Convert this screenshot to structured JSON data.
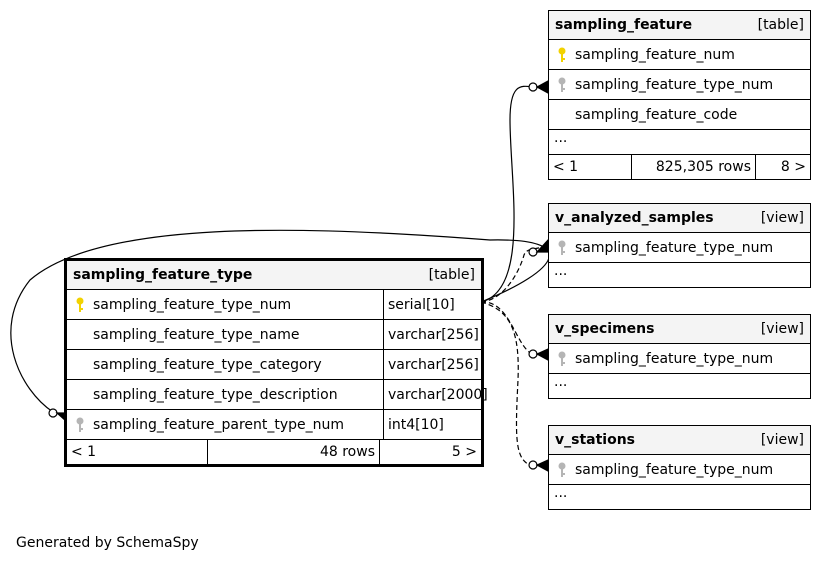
{
  "main_table": {
    "name": "sampling_feature_type",
    "kind": "[table]",
    "columns": [
      {
        "name": "sampling_feature_type_num",
        "type": "serial[10]",
        "key": "primary"
      },
      {
        "name": "sampling_feature_type_name",
        "type": "varchar[256]",
        "key": "none"
      },
      {
        "name": "sampling_feature_type_category",
        "type": "varchar[256]",
        "key": "none"
      },
      {
        "name": "sampling_feature_type_description",
        "type": "varchar[2000]",
        "key": "none"
      },
      {
        "name": "sampling_feature_parent_type_num",
        "type": "int4[10]",
        "key": "foreign"
      }
    ],
    "footer": {
      "left": "< 1",
      "rows": "48 rows",
      "right": "5 >"
    }
  },
  "sampling_feature": {
    "name": "sampling_feature",
    "kind": "[table]",
    "columns": [
      {
        "name": "sampling_feature_num",
        "key": "primary"
      },
      {
        "name": "sampling_feature_type_num",
        "key": "foreign"
      },
      {
        "name": "sampling_feature_code",
        "key": "none"
      }
    ],
    "ellipsis": "...",
    "footer": {
      "left": "< 1",
      "rows": "825,305 rows",
      "right": "8 >"
    }
  },
  "v_analyzed_samples": {
    "name": "v_analyzed_samples",
    "kind": "[view]",
    "columns": [
      {
        "name": "sampling_feature_type_num",
        "key": "foreign"
      }
    ],
    "ellipsis": "..."
  },
  "v_specimens": {
    "name": "v_specimens",
    "kind": "[view]",
    "columns": [
      {
        "name": "sampling_feature_type_num",
        "key": "foreign"
      }
    ],
    "ellipsis": "..."
  },
  "v_stations": {
    "name": "v_stations",
    "kind": "[view]",
    "columns": [
      {
        "name": "sampling_feature_type_num",
        "key": "foreign"
      }
    ],
    "ellipsis": "..."
  },
  "footer_text": "Generated by SchemaSpy",
  "icons": {
    "primary": "key-icon-gold",
    "foreign": "key-icon-gray"
  },
  "colors": {
    "primary_key": "#f2d200",
    "foreign_key": "#b5b5b5",
    "header_bg": "#f4f4f4"
  }
}
